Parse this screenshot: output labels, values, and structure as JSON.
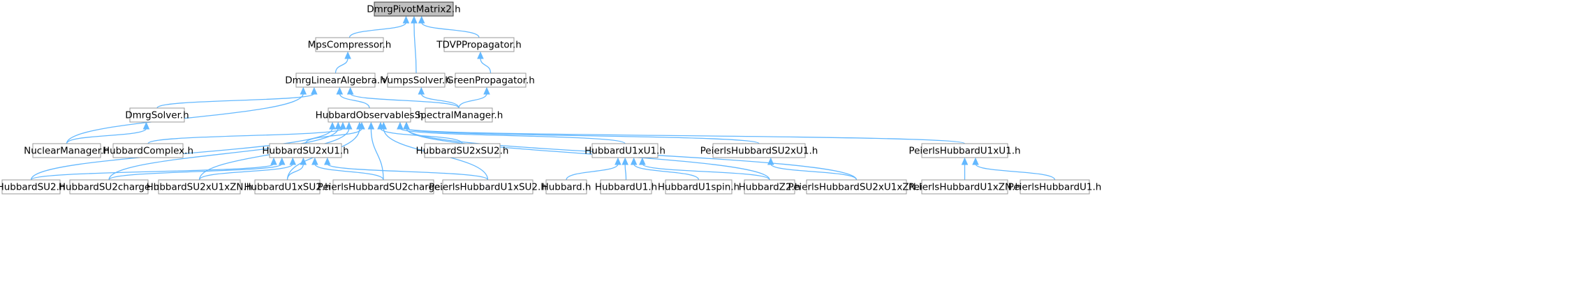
{
  "graph": {
    "root": "DmrgPivotMatrix2.h",
    "nodes": [
      "DmrgPivotMatrix2.h",
      "MpsCompressor.h",
      "TDVPPropagator.h",
      "DmrgLinearAlgebra.h",
      "VumpsSolver.h",
      "GreenPropagator.h",
      "DmrgSolver.h",
      "HubbardObservables.h",
      "SpectralManager.h",
      "NuclearManager.h",
      "HubbardComplex.h",
      "HubbardSU2xU1.h",
      "HubbardSU2xSU2.h",
      "HubbardU1xU1.h",
      "PeierlsHubbardSU2xU1.h",
      "PeierlsHubbardU1xU1.h",
      "HubbardSU2.h",
      "HubbardSU2charge.h",
      "HubbardSU2xU1xZN.h",
      "HubbardU1xSU2.h",
      "PeierlsHubbardSU2charge.h",
      "PeierlsHubbardU1xSU2.h",
      "Hubbard.h",
      "HubbardU1.h",
      "HubbardU1spin.h",
      "HubbardZ2.h",
      "PeierlsHubbardSU2xU1xZN.h",
      "PeierlsHubbardU1xZN.h",
      "PeierlsHubbardU1.h"
    ],
    "edges": [
      [
        "MpsCompressor.h",
        "DmrgPivotMatrix2.h"
      ],
      [
        "VumpsSolver.h",
        "DmrgPivotMatrix2.h"
      ],
      [
        "TDVPPropagator.h",
        "DmrgPivotMatrix2.h"
      ],
      [
        "DmrgLinearAlgebra.h",
        "MpsCompressor.h"
      ],
      [
        "GreenPropagator.h",
        "TDVPPropagator.h"
      ],
      [
        "HubbardObservables.h",
        "DmrgLinearAlgebra.h"
      ],
      [
        "SpectralManager.h",
        "DmrgLinearAlgebra.h"
      ],
      [
        "DmrgSolver.h",
        "DmrgLinearAlgebra.h"
      ],
      [
        "NuclearManager.h",
        "DmrgLinearAlgebra.h"
      ],
      [
        "SpectralManager.h",
        "VumpsSolver.h"
      ],
      [
        "SpectralManager.h",
        "GreenPropagator.h"
      ],
      [
        "NuclearManager.h",
        "DmrgSolver.h"
      ],
      [
        "HubbardComplex.h",
        "HubbardObservables.h"
      ],
      [
        "HubbardSU2xU1.h",
        "HubbardObservables.h"
      ],
      [
        "HubbardSU2xSU2.h",
        "HubbardObservables.h"
      ],
      [
        "HubbardU1xU1.h",
        "HubbardObservables.h"
      ],
      [
        "PeierlsHubbardSU2xU1.h",
        "HubbardObservables.h"
      ],
      [
        "PeierlsHubbardU1xU1.h",
        "HubbardObservables.h"
      ],
      [
        "HubbardSU2.h",
        "HubbardObservables.h"
      ],
      [
        "HubbardSU2charge.h",
        "HubbardObservables.h"
      ],
      [
        "HubbardSU2xU1xZN.h",
        "HubbardObservables.h"
      ],
      [
        "HubbardU1xSU2.h",
        "HubbardObservables.h"
      ],
      [
        "PeierlsHubbardSU2charge.h",
        "HubbardObservables.h"
      ],
      [
        "PeierlsHubbardU1xSU2.h",
        "HubbardObservables.h"
      ],
      [
        "HubbardZ2.h",
        "HubbardObservables.h"
      ],
      [
        "PeierlsHubbardSU2xU1xZN.h",
        "HubbardObservables.h"
      ],
      [
        "HubbardSU2.h",
        "HubbardSU2xU1.h"
      ],
      [
        "HubbardSU2charge.h",
        "HubbardSU2xU1.h"
      ],
      [
        "HubbardSU2xU1xZN.h",
        "HubbardSU2xU1.h"
      ],
      [
        "HubbardU1xSU2.h",
        "HubbardSU2xU1.h"
      ],
      [
        "PeierlsHubbardSU2charge.h",
        "HubbardSU2xU1.h"
      ],
      [
        "PeierlsHubbardU1xSU2.h",
        "HubbardSU2xU1.h"
      ],
      [
        "Hubbard.h",
        "HubbardU1xU1.h"
      ],
      [
        "HubbardU1.h",
        "HubbardU1xU1.h"
      ],
      [
        "HubbardU1spin.h",
        "HubbardU1xU1.h"
      ],
      [
        "HubbardZ2.h",
        "HubbardU1xU1.h"
      ],
      [
        "PeierlsHubbardSU2xU1xZN.h",
        "PeierlsHubbardSU2xU1.h"
      ],
      [
        "PeierlsHubbardU1xZN.h",
        "PeierlsHubbardU1xU1.h"
      ],
      [
        "PeierlsHubbardU1.h",
        "PeierlsHubbardU1xU1.h"
      ]
    ]
  }
}
